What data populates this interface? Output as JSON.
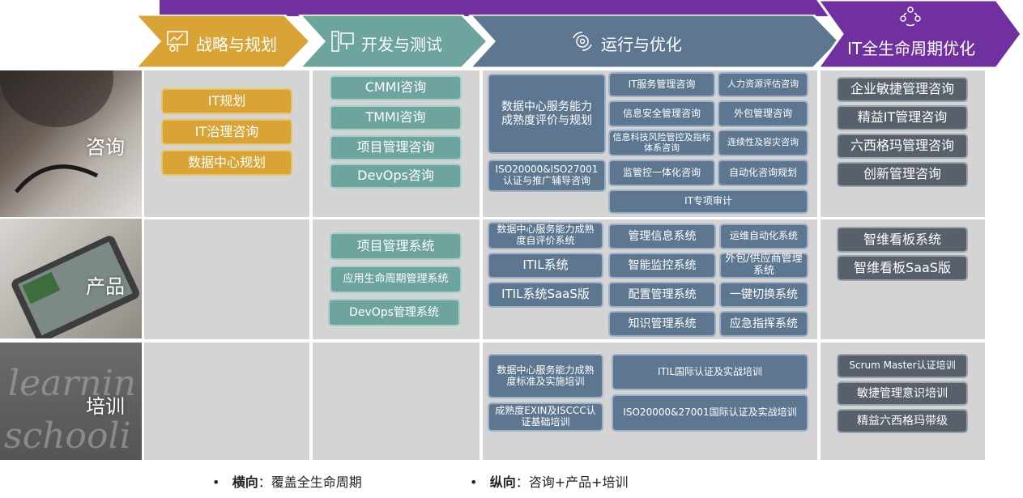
{
  "header": {
    "stages": [
      {
        "label": "战略与规划",
        "icon": "strategy-chart-icon",
        "color": "#d9a336"
      },
      {
        "label": "开发与测试",
        "icon": "dev-monitor-icon",
        "color": "#6da49d"
      },
      {
        "label": "运行与优化",
        "icon": "ops-gear-icon",
        "color": "#5e7791"
      },
      {
        "label": "IT全生命周期优化",
        "icon": "lifecycle-team-icon",
        "color": "#7030a0"
      }
    ]
  },
  "rows": [
    {
      "label": "咨询"
    },
    {
      "label": "产品"
    },
    {
      "label": "培训"
    }
  ],
  "consulting": {
    "strategy": [
      "IT规划",
      "IT治理咨询",
      "数据中心规划"
    ],
    "dev": [
      "CMMI咨询",
      "TMMI咨询",
      "项目管理咨询",
      "DevOps咨询"
    ],
    "ops": {
      "big": "数据中心服务能力成熟度评价与规划",
      "iso": "ISO20000&ISO27001认证与推广辅导咨询",
      "col1": [
        "IT服务管理咨询",
        "信息安全管理咨询",
        "信息科技风险管控及指标体系咨询",
        "监管控一体化咨询"
      ],
      "col2": [
        "人力资源评估咨询",
        "外包管理咨询",
        "连续性及容灾咨询",
        "自动化咨询规划"
      ],
      "audit": "IT专项审计"
    },
    "lifecycle": [
      "企业敏捷管理咨询",
      "精益IT管理咨询",
      "六西格玛管理咨询",
      "创新管理咨询"
    ]
  },
  "product": {
    "dev": [
      "项目管理系统",
      "应用生命周期管理系统",
      "DevOps管理系统"
    ],
    "ops": {
      "col0": [
        "数据中心服务能力成熟度自评价系统",
        "ITIL系统",
        "ITIL系统SaaS版"
      ],
      "col1": [
        "管理信息系统",
        "智能监控系统",
        "配置管理系统",
        "知识管理系统"
      ],
      "col2": [
        "运维自动化系统",
        "外包/供应商管理系统",
        "一键切换系统",
        "应急指挥系统"
      ]
    },
    "lifecycle": [
      "智维看板系统",
      "智维看板SaaS版"
    ]
  },
  "training": {
    "ops": {
      "left": [
        "数据中心服务能力成熟度标准及实施培训",
        "成熟度EXIN及ISCCC认证基础培训"
      ],
      "right": [
        "ITIL国际认证及实战培训",
        "ISO20000&27001国际认证及实战培训"
      ]
    },
    "lifecycle": [
      "Scrum Master认证培训",
      "敏捷管理意识培训",
      "精益六西格玛带级"
    ]
  },
  "footer": {
    "items": [
      {
        "bold": "横向",
        "text": "：覆盖全生命周期"
      },
      {
        "bold": "纵向",
        "text": "：咨询+产品+培训"
      }
    ]
  }
}
